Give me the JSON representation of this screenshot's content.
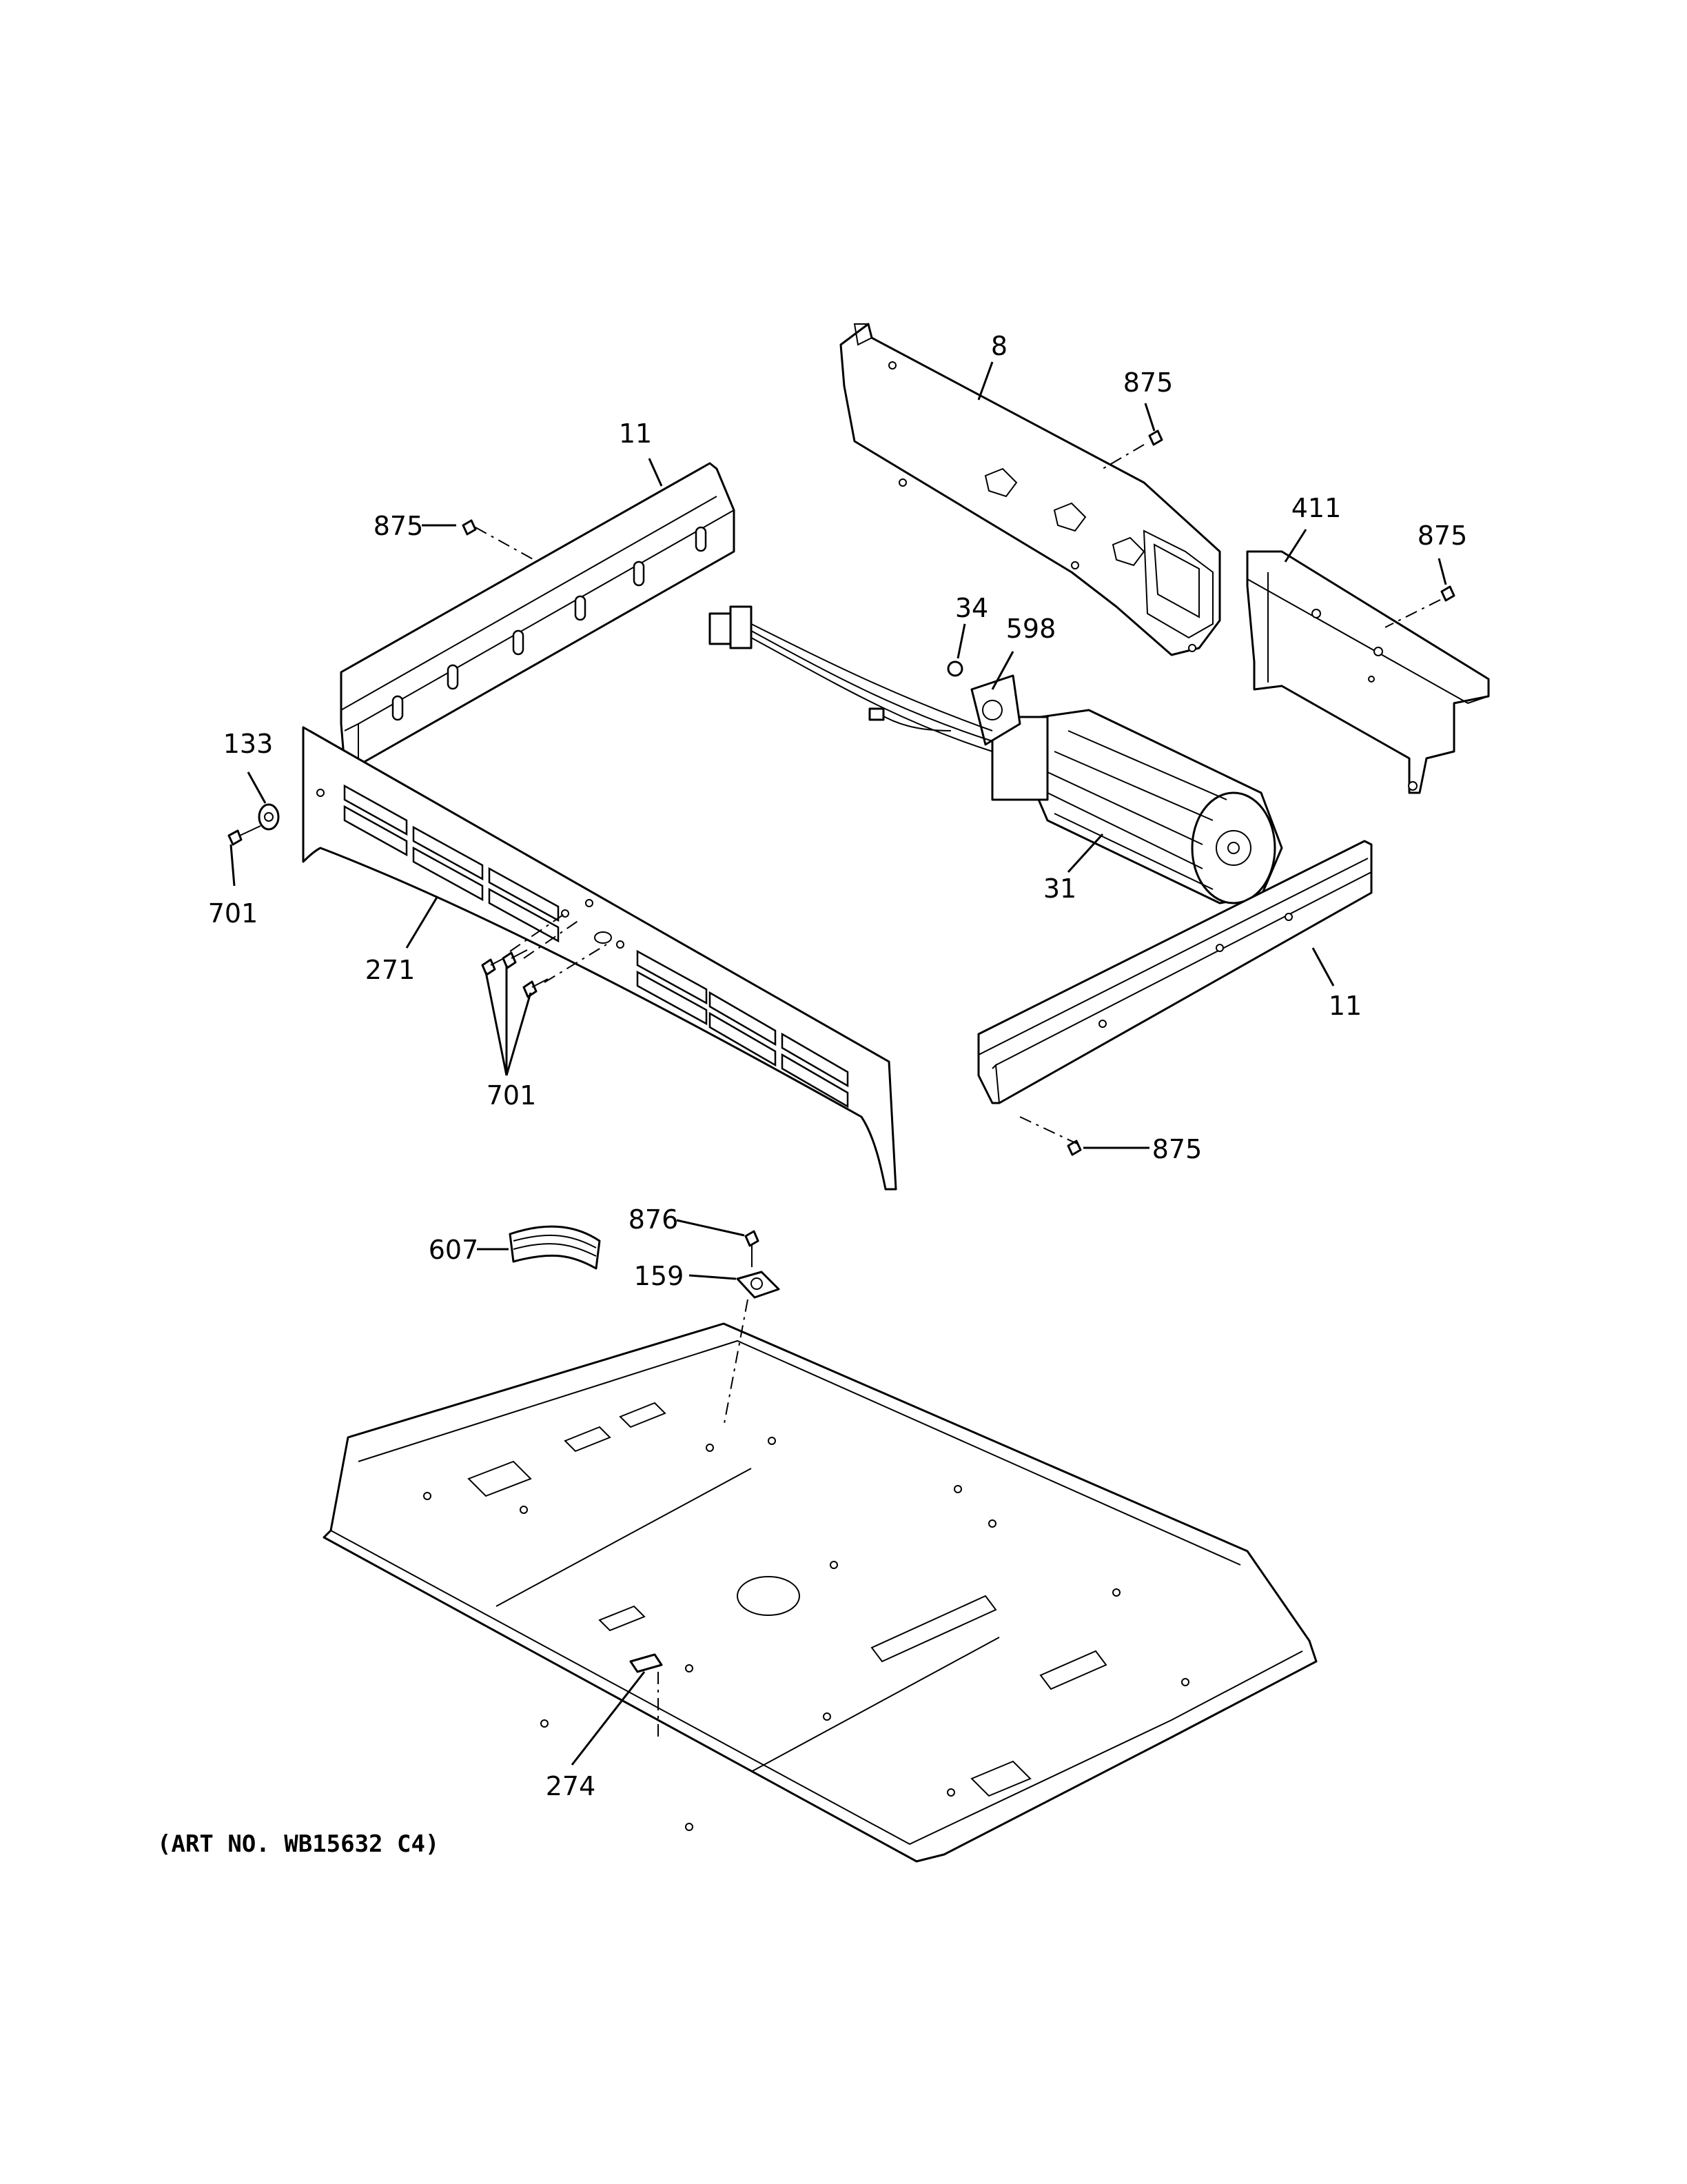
{
  "diagram": {
    "caption": "(ART NO. WB15632 C4)",
    "callouts": [
      {
        "id": "c8",
        "label": "8"
      },
      {
        "id": "c875a",
        "label": "875"
      },
      {
        "id": "c11a",
        "label": "11"
      },
      {
        "id": "c875b",
        "label": "875"
      },
      {
        "id": "c411",
        "label": "411"
      },
      {
        "id": "c875c",
        "label": "875"
      },
      {
        "id": "c34",
        "label": "34"
      },
      {
        "id": "c598",
        "label": "598"
      },
      {
        "id": "c133",
        "label": "133"
      },
      {
        "id": "c701a",
        "label": "701"
      },
      {
        "id": "c31",
        "label": "31"
      },
      {
        "id": "c271",
        "label": "271"
      },
      {
        "id": "c11b",
        "label": "11"
      },
      {
        "id": "c701b",
        "label": "701"
      },
      {
        "id": "c875d",
        "label": "875"
      },
      {
        "id": "c876",
        "label": "876"
      },
      {
        "id": "c607",
        "label": "607"
      },
      {
        "id": "c159",
        "label": "159"
      },
      {
        "id": "c274",
        "label": "274"
      }
    ]
  }
}
